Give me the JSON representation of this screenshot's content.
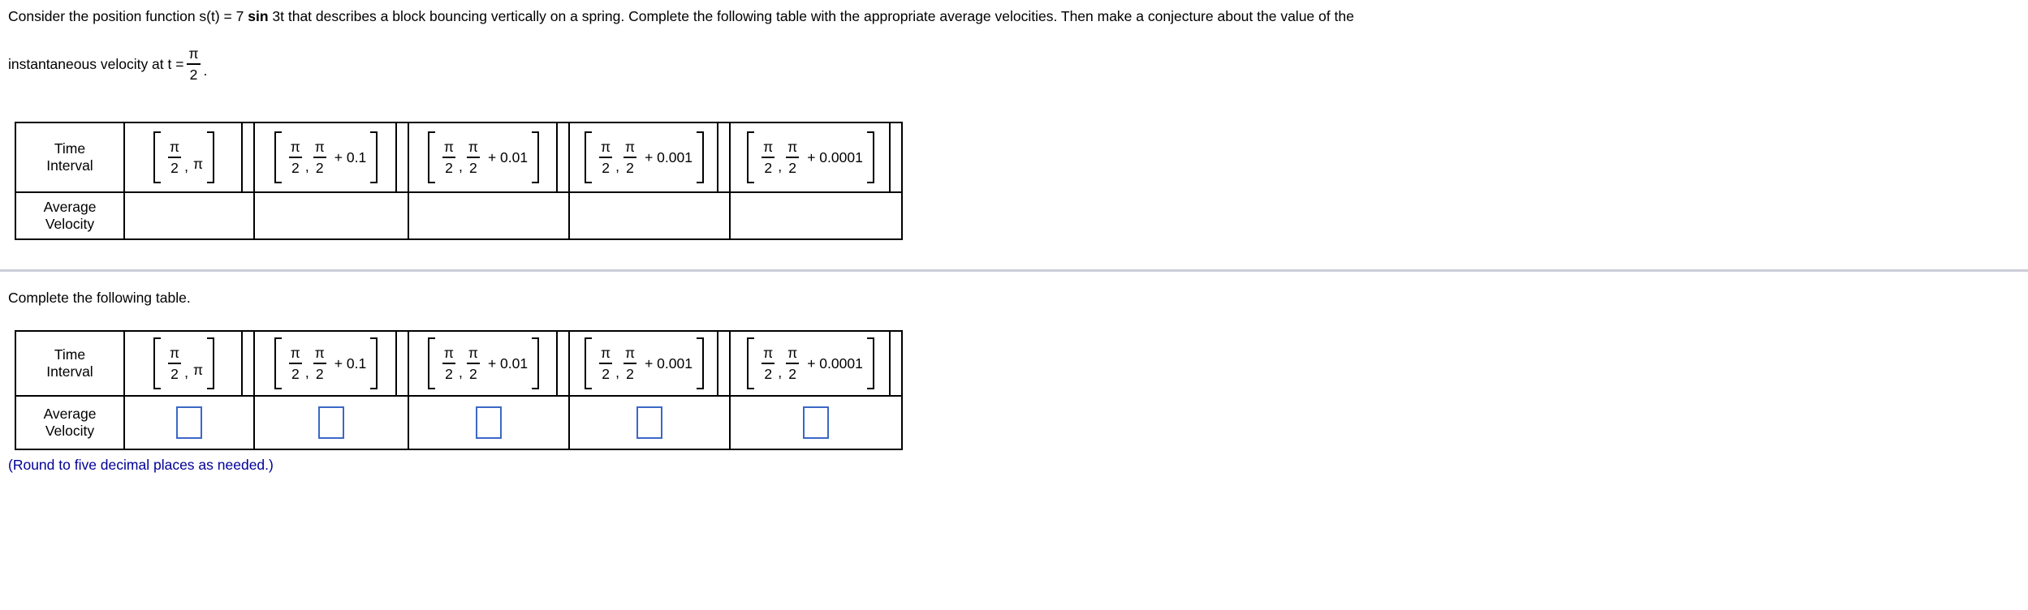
{
  "problem": {
    "line1_before_bold": "Consider the position function s(t) = 7 ",
    "line1_bold": "sin",
    "line1_after_bold": " 3t that describes a block bouncing vertically on a spring. Complete the following table with the appropriate average velocities. Then make a conjecture about the value of the",
    "line2_prefix": "instantaneous velocity at t =",
    "line2_fraction": {
      "numerator": "π",
      "denominator": "2"
    },
    "line2_suffix": "."
  },
  "section2_title": "Complete the following table.",
  "round_note": "(Round to five decimal places as needed.)",
  "tables": {
    "header_row_label": [
      "Time",
      "Interval"
    ],
    "value_row_label": [
      "Average",
      "Velocity"
    ],
    "interval_separator": ",",
    "intervals": [
      {
        "start": {
          "num": "π",
          "den": "2"
        },
        "end_plain": "π",
        "suffix": ""
      },
      {
        "start": {
          "num": "π",
          "den": "2"
        },
        "end": {
          "num": "π",
          "den": "2"
        },
        "suffix": "+ 0.1"
      },
      {
        "start": {
          "num": "π",
          "den": "2"
        },
        "end": {
          "num": "π",
          "den": "2"
        },
        "suffix": "+ 0.01"
      },
      {
        "start": {
          "num": "π",
          "den": "2"
        },
        "end": {
          "num": "π",
          "den": "2"
        },
        "suffix": "+ 0.001"
      },
      {
        "start": {
          "num": "π",
          "den": "2"
        },
        "end": {
          "num": "π",
          "den": "2"
        },
        "suffix": "+ 0.0001"
      }
    ],
    "table1_values": [
      "",
      "",
      "",
      "",
      ""
    ],
    "table2_input_values": [
      "",
      "",
      "",
      "",
      ""
    ]
  },
  "colors": {
    "input_box_border": "#3B68C6",
    "note_text": "#000099",
    "divider": "#cdcdd9",
    "table_border": "#000000"
  }
}
